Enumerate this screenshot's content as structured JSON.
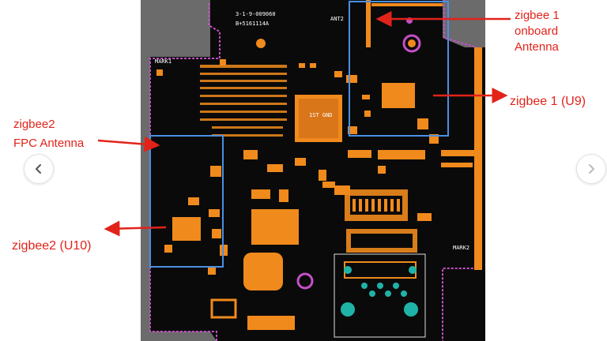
{
  "annotations": {
    "zigbee1_antenna": {
      "line1": "zigbee 1",
      "line2": "onboard",
      "line3": "Antenna"
    },
    "zigbee1_chip": "zigbee 1 (U9)",
    "zigbee2_fpc": {
      "line1": "zigbee2",
      "line2": "FPC Antenna"
    },
    "zigbee2_chip": "zigbee2 (U10)"
  },
  "pcb": {
    "silk_line1": "3-1-9-009060",
    "silk_line2": "B+5161114A",
    "ant_label": "ANT2",
    "mark_left": "MARK1",
    "mark_right": "MARK2",
    "chip_label": "1ST GND"
  },
  "colors": {
    "annotation": "#e2231a",
    "board": "#0a0a0a",
    "copper": "#f08a1c",
    "outline": "#c84fc8",
    "highlight_box": "#4a90e2",
    "background": "#6b6b6b"
  },
  "icons": {
    "prev": "chevron-left-icon",
    "next": "chevron-right-icon"
  }
}
